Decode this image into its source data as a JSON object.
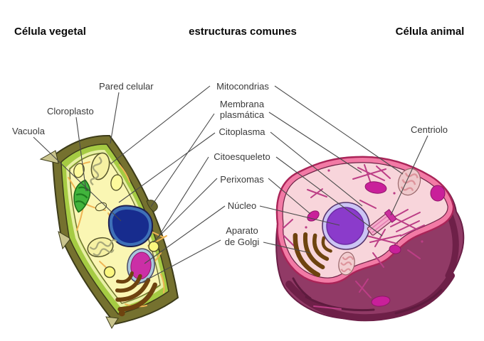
{
  "headers": {
    "plant": "Célula vegetal",
    "common": "estructuras comunes",
    "animal": "Célula animal"
  },
  "plant_cell": {
    "labels": {
      "cell_wall": "Pared celular",
      "chloroplast": "Cloroplasto",
      "vacuole": "Vacuola"
    }
  },
  "common_structures": {
    "labels": {
      "mitochondria": "Mitocondrias",
      "plasma_membrane_line1": "Membrana",
      "plasma_membrane_line2": "plasmática",
      "cytoplasm": "Citoplasma",
      "cytoskeleton": "Citoesqueleto",
      "peroxisomes": "Perixomas",
      "nucleus": "Núcleo",
      "golgi_line1": "Aparato",
      "golgi_line2": "de Golgi"
    }
  },
  "animal_cell": {
    "labels": {
      "centriole": "Centriolo"
    }
  },
  "colors": {
    "background": "#ffffff",
    "label_text": "#3a3a3a",
    "leader_line": "#4a4a4a",
    "plant_wall_olive": "#75712F",
    "plant_wall_highlight": "#C9C48D",
    "plant_wall_green": "#A5CB43",
    "plant_interior": "#FAF6B3",
    "plant_chloroplast": "#41B43C",
    "plant_vacuole_navy": "#172C8E",
    "plant_vacuole_rim": "#3E70B8",
    "plant_nucleus_magenta": "#CB2FA6",
    "plant_nucleus_rim": "#A9C6DC",
    "plant_cytoskeleton_orange": "#EFB454",
    "golgi_brown": "#6E430F",
    "animal_membrane_pink": "#F27AA5",
    "animal_face_pink": "#F8D5DB",
    "animal_side_maroon": "#913A66",
    "animal_side_dark": "#661E44",
    "animal_nucleus_purple": "#8B3BCB",
    "animal_nucleus_rim": "#CCC4F4",
    "animal_organelle_magenta": "#C9209A",
    "animal_filament": "#BC3E86",
    "mito_fill": "#EFC9CC",
    "mito_cristae": "#DD949C"
  }
}
